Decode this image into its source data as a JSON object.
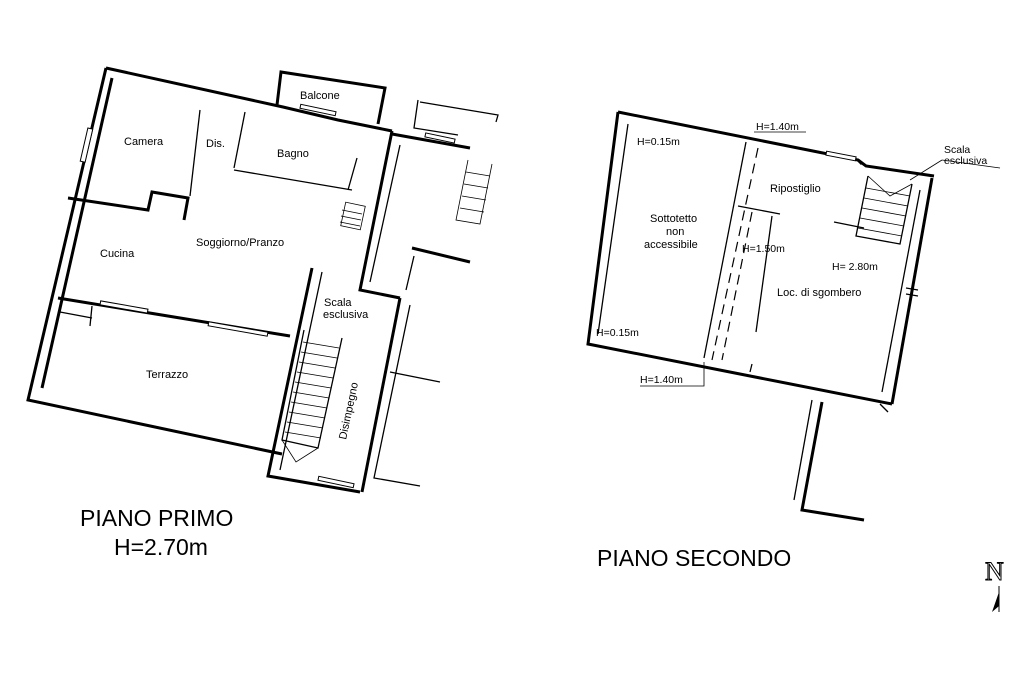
{
  "piano_primo": {
    "title": "PIANO PRIMO",
    "height": "H=2.70m",
    "rooms": {
      "balcone": "Balcone",
      "camera": "Camera",
      "dis": "Dis.",
      "bagno": "Bagno",
      "cucina": "Cucina",
      "soggiorno": "Soggiorno/Pranzo",
      "terrazzo": "Terrazzo",
      "scala": "Scala",
      "esclusiva": "esclusiva",
      "disimpegno": "Disimpegno"
    }
  },
  "piano_secondo": {
    "title": "PIANO SECONDO",
    "rooms": {
      "sottotetto_1": "Sottotetto",
      "sottotetto_2": "non",
      "sottotetto_3": "accessibile",
      "ripostiglio": "Ripostiglio",
      "loc_sgombero": "Loc. di sgombero",
      "scala": "Scala",
      "esclusiva": "esclusiva"
    },
    "heights": {
      "h_015_top": "H=0.15m",
      "h_015_bottom": "H=0.15m",
      "h_140_top": "H=1.40m",
      "h_140_bottom": "H=1.40m",
      "h_150": "H=1.50m",
      "h_280": "H= 2.80m"
    }
  },
  "north": {
    "letter": "N",
    "icon": "north-arrow-icon"
  }
}
